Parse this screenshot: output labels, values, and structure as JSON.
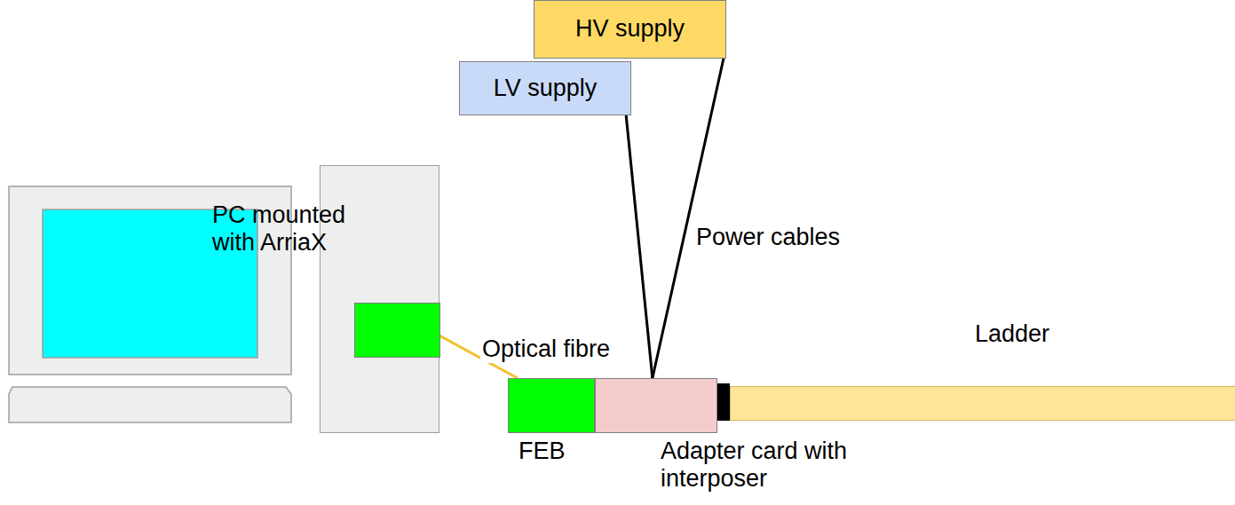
{
  "diagram": {
    "nodes": [
      {
        "text": [
          "PC mounted with ArriaX"
        ]
      },
      {
        "text": [
          "HV supply"
        ]
      },
      {
        "text": [
          "LV supply"
        ]
      },
      {
        "text": [
          "FEB"
        ]
      },
      {
        "text": [
          "Adapter card with interposer"
        ]
      },
      {
        "text": [
          "Ladder"
        ]
      }
    ],
    "edges": [
      {
        "from": 0,
        "to": 3,
        "arrow": "none",
        "label": "Optical fibre"
      },
      {
        "from": 2,
        "to": 4,
        "arrow": "none",
        "label": "Power cables"
      },
      {
        "from": 1,
        "to": 4,
        "arrow": "none"
      }
    ]
  }
}
